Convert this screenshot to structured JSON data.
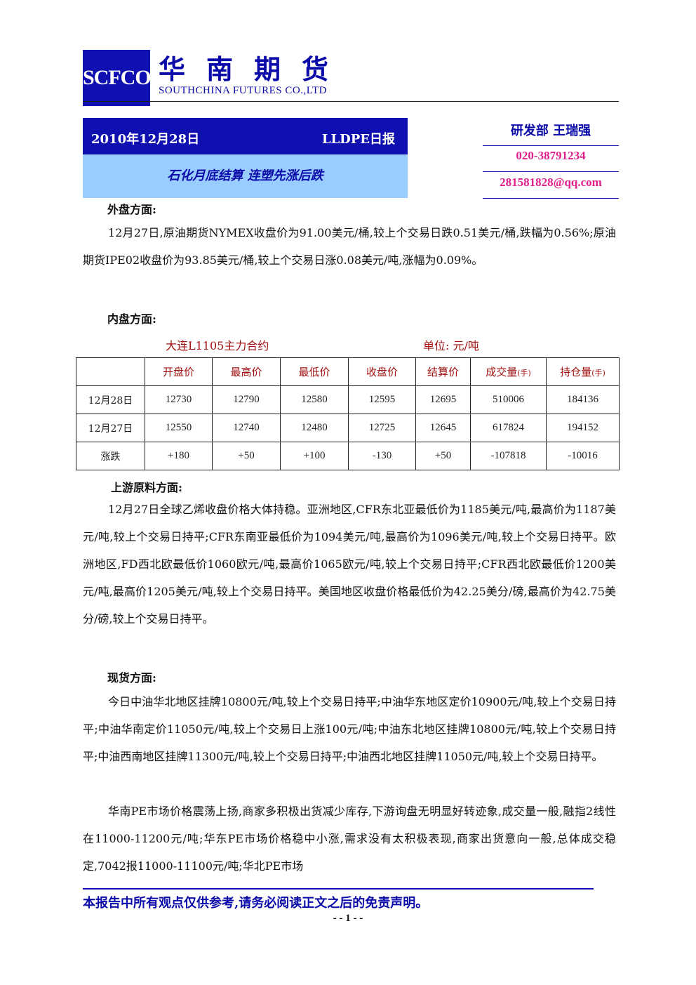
{
  "header": {
    "logo_text": "SCFCO",
    "company_cn": "华南期货",
    "company_en": "SOUTHCHINA FUTURES CO.,LTD"
  },
  "banner": {
    "date": "2010年12月28日",
    "report_type": "LLDPE日报",
    "headline": "石化月底结算 连塑先涨后跌"
  },
  "contact": {
    "department": "研发部 王瑞强",
    "phone": "020-38791234",
    "email": "281581828@qq.com"
  },
  "sections": {
    "overseas": {
      "heading": "外盘方面:",
      "text": "12月27日,原油期货NYMEX收盘价为91.00美元/桶,较上个交易日跌0.51美元/桶,跌幅为0.56%;原油期货IPE02收盘价为93.85美元/桶,较上个交易日涨0.08美元/吨,涨幅为0.09%。"
    },
    "domestic": {
      "heading": "内盘方面:"
    },
    "upstream": {
      "heading": "上游原料方面:",
      "text": "12月27日全球乙烯收盘价格大体持稳。亚洲地区,CFR东北亚最低价为1185美元/吨,最高价为1187美元/吨,较上个交易日持平;CFR东南亚最低价为1094美元/吨,最高价为1096美元/吨,较上个交易日持平。欧洲地区,FD西北欧最低价1060欧元/吨,最高价1065欧元/吨,较上个交易日持平;CFR西北欧最低价1200美元/吨,最高价1205美元/吨,较上个交易日持平。美国地区收盘价格最低价为42.25美分/磅,最高价为42.75美分/磅,较上个交易日持平。"
    },
    "spot": {
      "heading": "现货方面:",
      "text1": "今日中油华北地区挂牌10800元/吨,较上个交易日持平;中油华东地区定价10900元/吨,较上个交易日持平;中油华南定价11050元/吨,较上个交易日上涨100元/吨;中油东北地区挂牌10800元/吨,较上个交易日持平;中油西南地区挂牌11300元/吨,较上个交易日持平;中油西北地区挂牌11050元/吨,较上个交易日持平。",
      "text2": "华南PE市场价格震荡上扬,商家多积极出货减少库存,下游询盘无明显好转迹象,成交量一般,融指2线性在11000-11200元/吨;华东PE市场价格稳中小涨,需求没有太积极表现,商家出货意向一般,总体成交稳定,7042报11000-11100元/吨;华北PE市场"
    }
  },
  "table": {
    "caption": "大连L1105主力合约",
    "unit": "单位: 元/吨",
    "headers": [
      "开盘价",
      "最高价",
      "最低价",
      "收盘价",
      "结算价",
      "成交量",
      "持仓量"
    ],
    "header_sub": [
      "",
      "",
      "",
      "",
      "",
      "(手)",
      "(手)"
    ],
    "rows": [
      {
        "label": "12月28日",
        "cells": [
          "12730",
          "12790",
          "12580",
          "12595",
          "12695",
          "510006",
          "184136"
        ]
      },
      {
        "label": "12月27日",
        "cells": [
          "12550",
          "12740",
          "12480",
          "12725",
          "12645",
          "617824",
          "194152"
        ]
      },
      {
        "label": "涨跌",
        "cells": [
          "+180",
          "+50",
          "+100",
          "-130",
          "+50",
          "-107818",
          "-10016"
        ]
      }
    ]
  },
  "footer": {
    "disclaimer": "本报告中所有观点仅供参考,请务必阅读正文之后的免责声明。",
    "page": "- - 1 - -"
  }
}
